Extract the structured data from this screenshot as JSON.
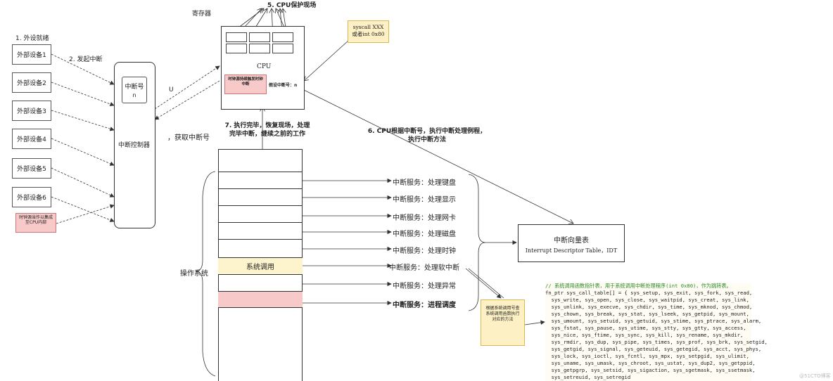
{
  "labels": {
    "device_ready": "1. 外设就绪",
    "raise_interrupt": "2. 发起中断",
    "register": "寄存器",
    "cpu_save": "5. CPU保护现场",
    "cpu": "CPU",
    "syscall_line1": "syscall XXX",
    "syscall_line2": "或者int 0x80",
    "timer_in_cpu": "时钟源持续触发时钟中断",
    "assume_number": "假设中断号：n",
    "u_label": "U",
    "get_number": "，获取中断号",
    "step7_line1": "7. 执行完毕，恢复现场，处理",
    "step7_line2": "完毕中断，继续之前的工作",
    "step6_line1": "6. CPU根据中断号，执行中断处理例程，",
    "step6_line2": "执行中断方法",
    "interrupt_number": "中断号",
    "interrupt_n": "n",
    "controller": "中断控制器",
    "os": "操作系统",
    "syscall_cell": "系统调用",
    "idt_title": "中断向量表",
    "idt_sub": "Interrupt Descriptor Table，IDT",
    "lookup_note": "根据系统调用号查系统调用函数执行对应的方法",
    "watermark": "@51CTO博客"
  },
  "devices": [
    "外部设备1",
    "外部设备2",
    "外部设备3",
    "外部设备4",
    "外部设备5",
    "外部设备6"
  ],
  "clock_box": "时钟源当作以集成至CPU内部",
  "services": [
    "中断服务：处理键盘",
    "中断服务：处理显示",
    "中断服务：处理网卡",
    "中断服务：处理磁盘",
    "中断服务：处理时钟",
    "中断服务：处理软中断",
    "中断服务：处理异常",
    "中断服务：进程调度"
  ],
  "code": {
    "comment": "// 系统调用函数指针表，用于系统调用中断处理程序(int 0x80)，作为跳转表。",
    "lines": [
      "fn_ptr sys_call_table[] = { sys_setup, sys_exit, sys_fork, sys_read,",
      "  sys_write, sys_open, sys_close, sys_waitpid, sys_creat, sys_link,",
      "  sys_unlink, sys_execve, sys_chdir, sys_time, sys_mknod, sys_chmod,",
      "  sys_chown, sys_break, sys_stat, sys_lseek, sys_getpid, sys_mount,",
      "  sys_umount, sys_setuid, sys_getuid, sys_stime, sys_ptrace, sys_alarm,",
      "  sys_fstat, sys_pause, sys_utime, sys_stty, sys_gtty, sys_access,",
      "  sys_nice, sys_ftime, sys_sync, sys_kill, sys_rename, sys_mkdir,",
      "  sys_rmdir, sys_dup, sys_pipe, sys_times, sys_prof, sys_brk, sys_setgid,",
      "  sys_getgid, sys_signal, sys_geteuid, sys_getegid, sys_acct, sys_phys,",
      "  sys_lock, sys_ioctl, sys_fcntl, sys_mpx, sys_setpgid, sys_ulimit,",
      "  sys_uname, sys_umask, sys_chroot, sys_ustat, sys_dup2, sys_getppid,",
      "  sys_getpgrp, sys_setsid, sys_sigaction, sys_sgetmask, sys_ssetmask,",
      "  sys_setreuid, sys_setregid"
    ]
  },
  "colors": {
    "pink": "#f7c9c9",
    "yellow_box": "#fcf0c4",
    "syscall_cell": "#fdf3cd",
    "stroke": "#333333"
  }
}
